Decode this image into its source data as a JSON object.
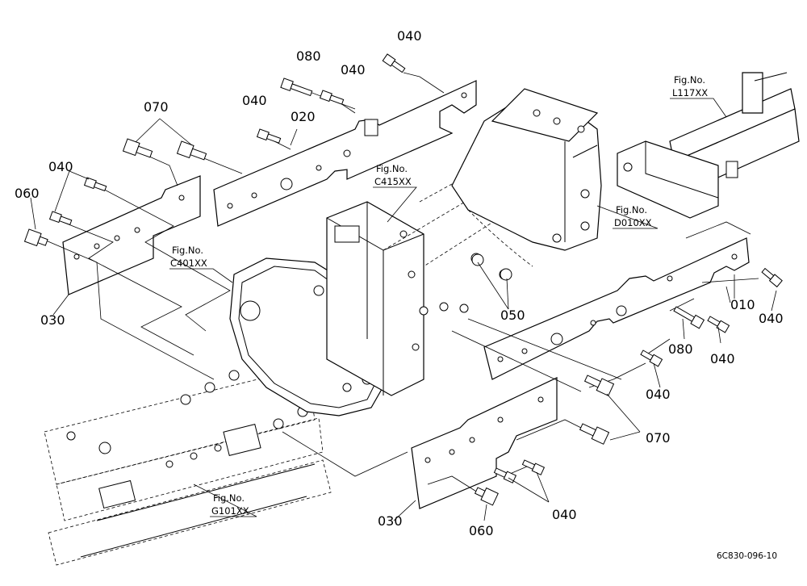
{
  "callouts": {
    "c010": "010",
    "c020": "020",
    "c030_a": "030",
    "c030_b": "030",
    "c040_a": "040",
    "c040_b": "040",
    "c040_c": "040",
    "c040_d": "040",
    "c040_e": "040",
    "c040_f": "040",
    "c040_g": "040",
    "c040_h": "040",
    "c050": "050",
    "c060_a": "060",
    "c060_b": "060",
    "c070_a": "070",
    "c070_b": "070",
    "c080_a": "080",
    "c080_b": "080"
  },
  "figure_refs": {
    "fig_label": "Fig.No.",
    "l117": "L117XX",
    "c415": "C415XX",
    "d010": "D010XX",
    "c401": "C401XX",
    "g101": "G101XX"
  },
  "document_code": "6C830-096-10"
}
